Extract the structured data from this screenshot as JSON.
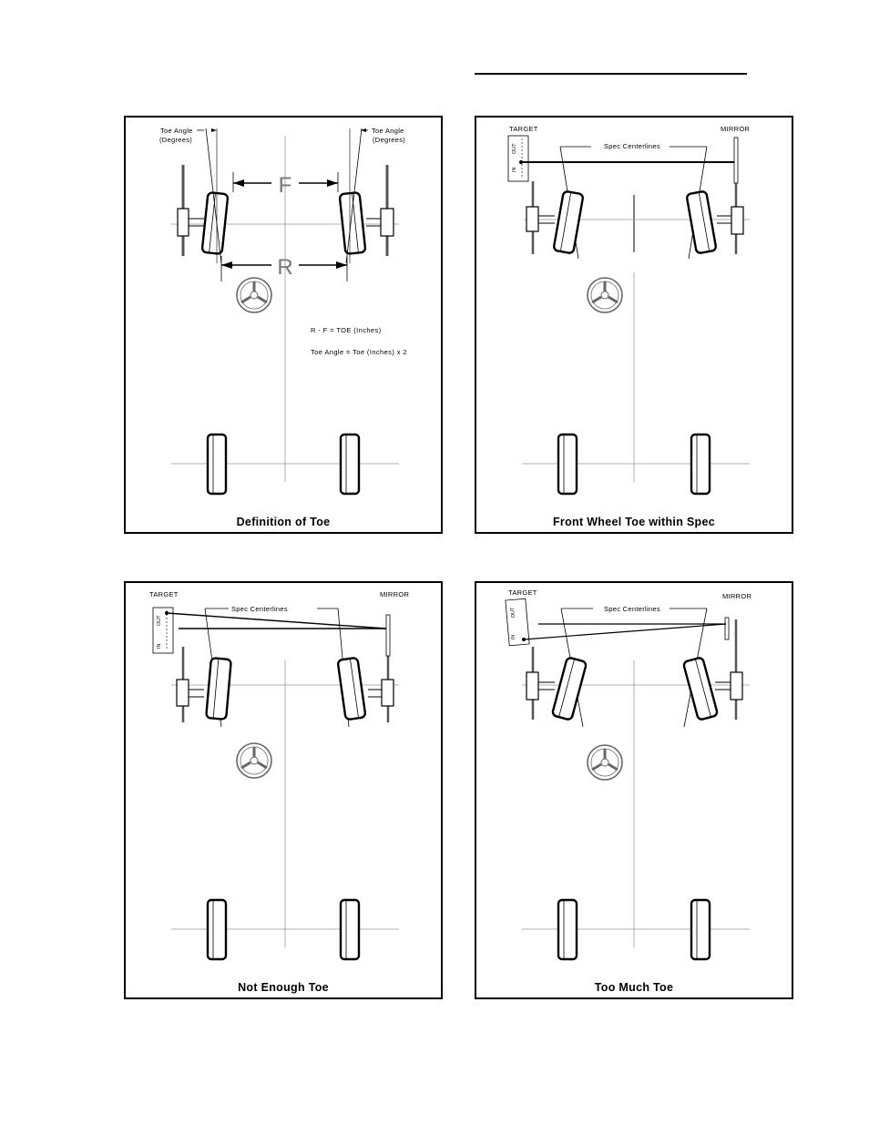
{
  "panels": {
    "definition": {
      "caption": "Definition of Toe",
      "toe_angle_left": "Toe Angle",
      "toe_angle_left_unit": "(Degrees)",
      "toe_angle_right": "Toe Angle",
      "toe_angle_right_unit": "(Degrees)",
      "front_label": "F",
      "rear_label": "R",
      "formula_1": "R - F = TOE (Inches)",
      "formula_2": "Toe Angle = Toe (Inches) x 2"
    },
    "within_spec": {
      "caption": "Front Wheel Toe within Spec",
      "target_label": "TARGET",
      "mirror_label": "MIRROR",
      "spec_label": "Spec Centerlines",
      "gauge_out": "OUT",
      "gauge_in": "IN"
    },
    "not_enough": {
      "caption": "Not Enough Toe",
      "target_label": "TARGET",
      "mirror_label": "MIRROR",
      "spec_label": "Spec Centerlines",
      "gauge_out": "OUT",
      "gauge_in": "IN"
    },
    "too_much": {
      "caption": "Too Much Toe",
      "target_label": "TARGET",
      "mirror_label": "MIRROR",
      "spec_label": "Spec Centerlines",
      "gauge_out": "OUT",
      "gauge_in": "IN"
    }
  }
}
